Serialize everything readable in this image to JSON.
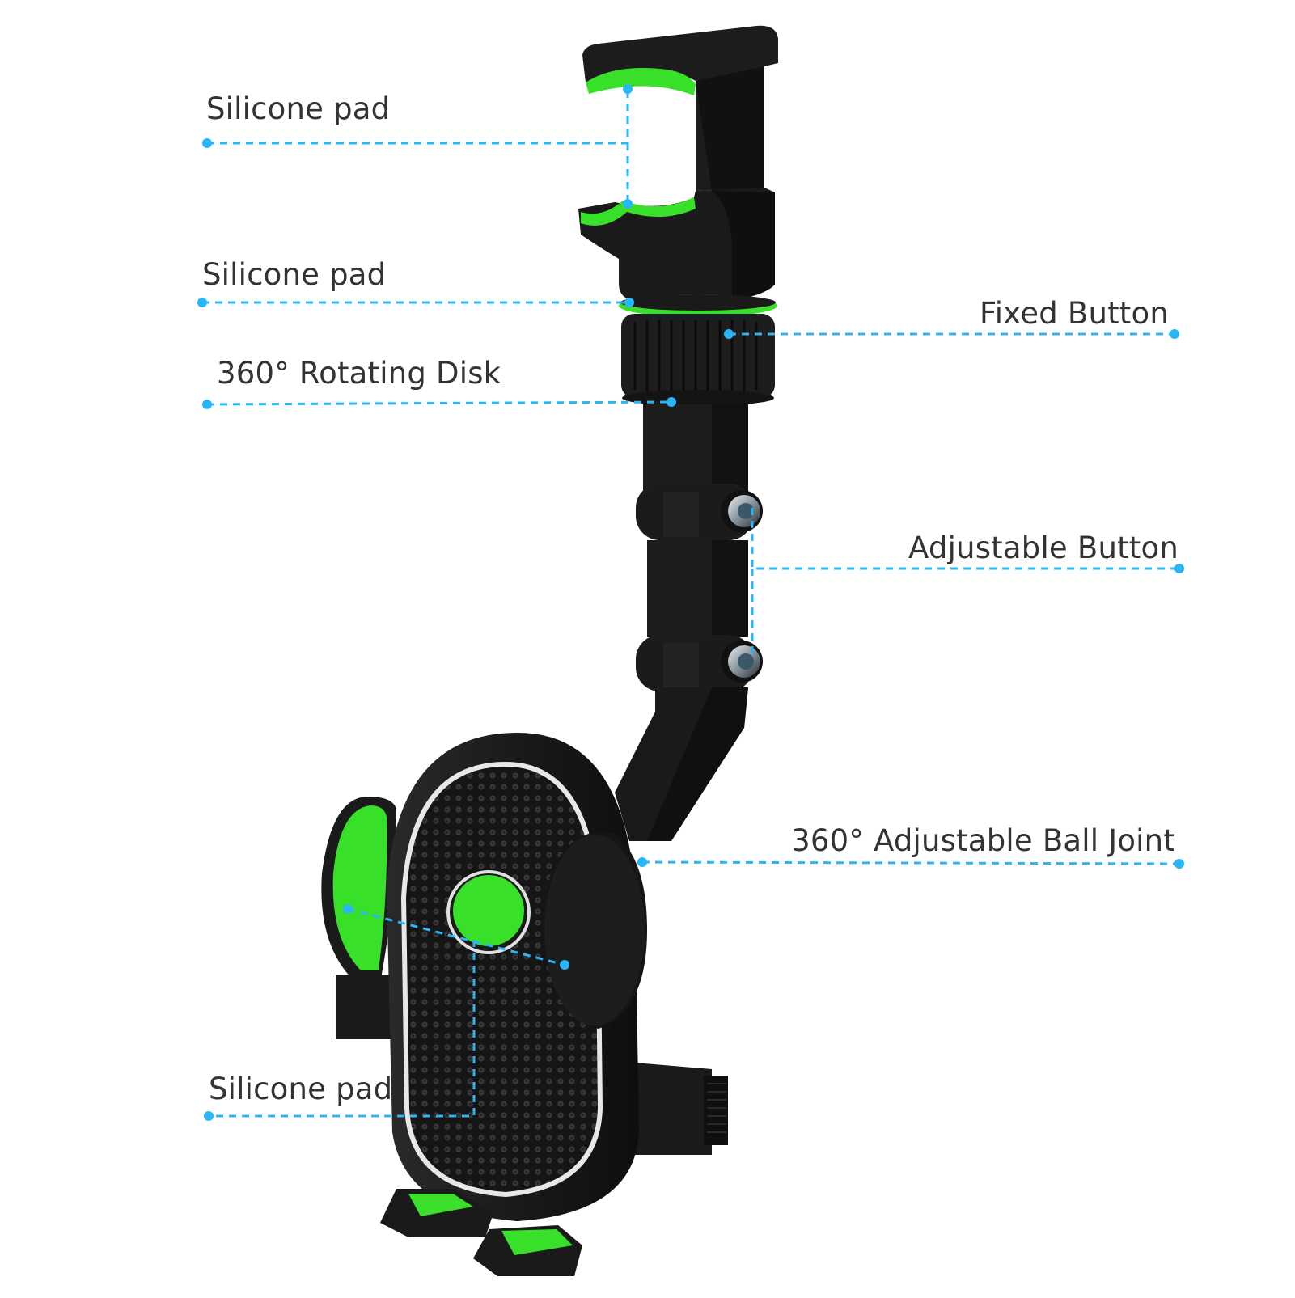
{
  "colors": {
    "leader_line": "#29b6f6",
    "accent_green": "#39e02a",
    "body_black": "#1b1b1b",
    "label_text": "#333333"
  },
  "callouts": [
    {
      "label": "Silicone pad"
    },
    {
      "label": "Silicone pad"
    },
    {
      "label": "360° Rotating Disk"
    },
    {
      "label": "Fixed Button"
    },
    {
      "label": "Adjustable Button"
    },
    {
      "label": "360° Adjustable Ball Joint"
    },
    {
      "label": "Silicone pad"
    }
  ]
}
